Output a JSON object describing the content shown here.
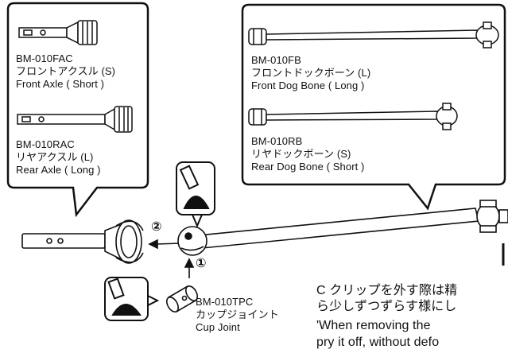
{
  "left_box": {
    "front_axle": {
      "code": "BM-010FAC",
      "jp": "フロントアクスル (S)",
      "en": "Front Axle ( Short )"
    },
    "rear_axle": {
      "code": "BM-010RAC",
      "jp": "リヤアクスル (L)",
      "en": "Rear Axle ( Long )"
    }
  },
  "right_box": {
    "front_dog_bone": {
      "code": "BM-010FB",
      "jp": "フロントドックボーン (L)",
      "en": "Front Dog Bone ( Long )"
    },
    "rear_dog_bone": {
      "code": "BM-010RB",
      "jp": "リヤドックボーン (S)",
      "en": "Rear Dog Bone ( Short )"
    }
  },
  "steps": {
    "step1": "①",
    "step2": "②"
  },
  "cup_joint": {
    "code": "BM-010TPC",
    "jp": "カップジョイント",
    "en": "Cup Joint"
  },
  "note": {
    "jp1": "C クリップを外す際は精",
    "jp2": "ら少しずつずらす様にし",
    "en1": "'When removing the",
    "en2": "pry it off, without defo"
  }
}
